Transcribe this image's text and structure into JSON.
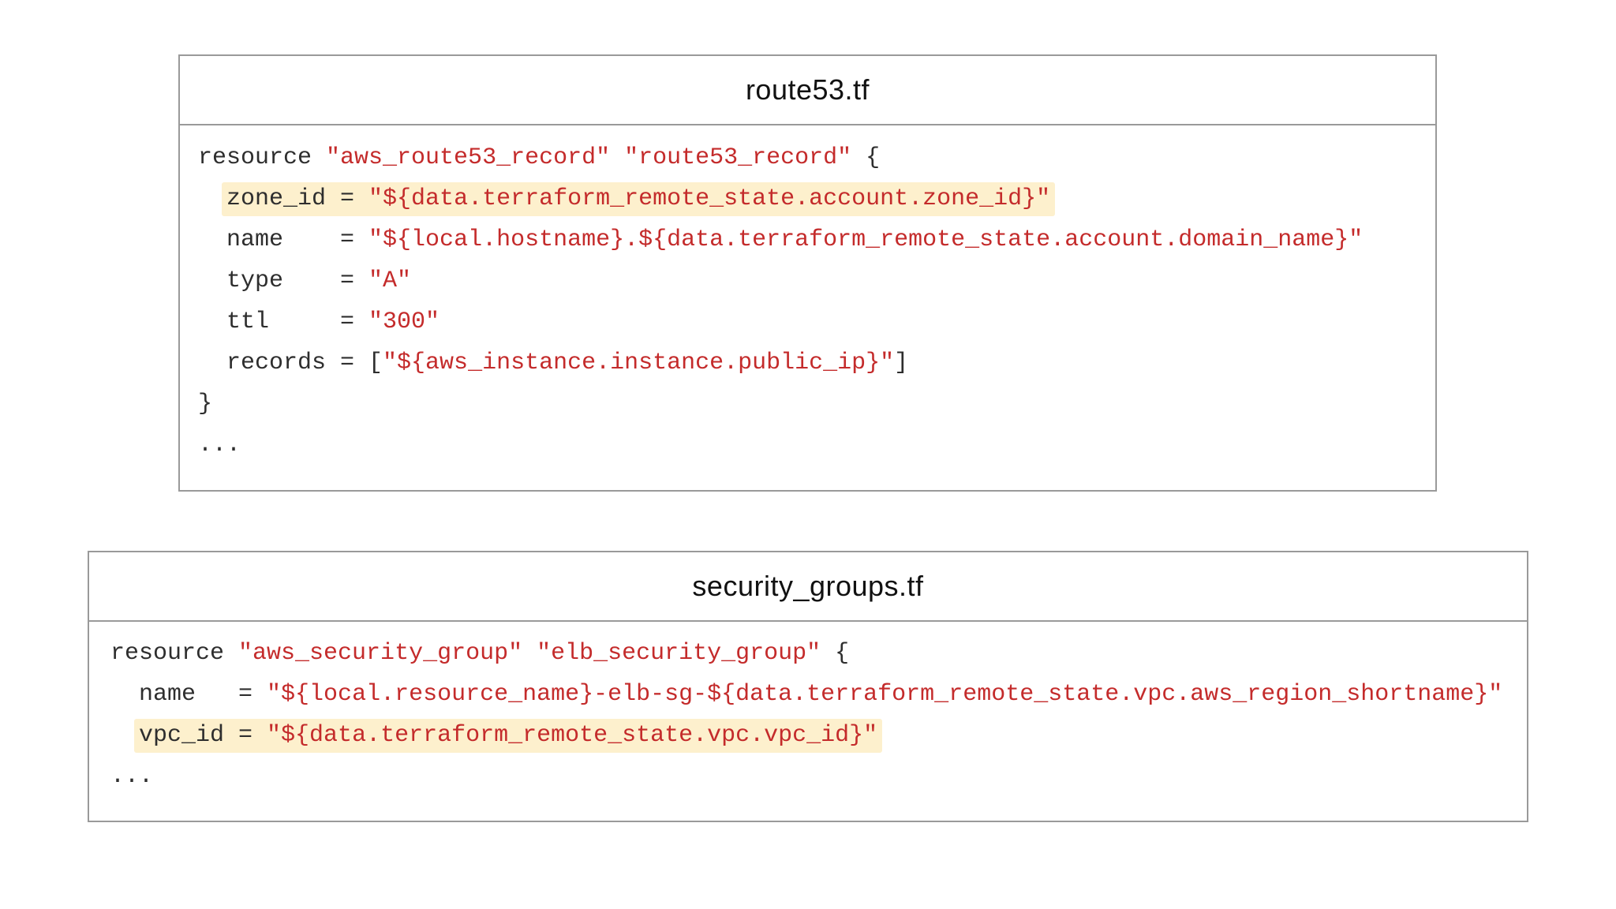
{
  "colors": {
    "string_red": "#c42b2b",
    "highlight_yellow": "#fdf0cd",
    "border_gray": "#9a9a9a",
    "code_text": "#2e2e2e",
    "background": "#ffffff"
  },
  "cards": [
    {
      "title": "route53.tf",
      "lines": [
        [
          {
            "t": "resource ",
            "c": "plain"
          },
          {
            "t": "\"aws_route53_record\"",
            "c": "string"
          },
          {
            "t": " ",
            "c": "plain"
          },
          {
            "t": "\"route53_record\"",
            "c": "string"
          },
          {
            "t": " {",
            "c": "plain"
          }
        ],
        [
          {
            "t": "  ",
            "c": "plain"
          },
          {
            "t": "zone_id = ",
            "c": "plain",
            "h": true
          },
          {
            "t": "\"${data.terraform_remote_state.account.zone_id}\"",
            "c": "string",
            "h": true
          }
        ],
        [
          {
            "t": "  name    = ",
            "c": "plain"
          },
          {
            "t": "\"${local.hostname}.${data.terraform_remote_state.account.domain_name}\"",
            "c": "string"
          }
        ],
        [
          {
            "t": "  type    = ",
            "c": "plain"
          },
          {
            "t": "\"A\"",
            "c": "string"
          }
        ],
        [
          {
            "t": "  ttl     = ",
            "c": "plain"
          },
          {
            "t": "\"300\"",
            "c": "string"
          }
        ],
        [
          {
            "t": "  records = [",
            "c": "plain"
          },
          {
            "t": "\"${aws_instance.instance.public_ip}\"",
            "c": "string"
          },
          {
            "t": "]",
            "c": "plain"
          }
        ],
        [
          {
            "t": "}",
            "c": "plain"
          }
        ],
        [
          {
            "t": "...",
            "c": "plain"
          }
        ]
      ]
    },
    {
      "title": "security_groups.tf",
      "lines": [
        [
          {
            "t": "resource ",
            "c": "plain"
          },
          {
            "t": "\"aws_security_group\"",
            "c": "string"
          },
          {
            "t": " ",
            "c": "plain"
          },
          {
            "t": "\"elb_security_group\"",
            "c": "string"
          },
          {
            "t": " {",
            "c": "plain"
          }
        ],
        [
          {
            "t": "  name   = ",
            "c": "plain"
          },
          {
            "t": "\"${local.resource_name}-elb-sg-${data.terraform_remote_state.vpc.aws_region_shortname}\"",
            "c": "string"
          }
        ],
        [
          {
            "t": "  ",
            "c": "plain"
          },
          {
            "t": "vpc_id = ",
            "c": "plain",
            "h": true
          },
          {
            "t": "\"${data.terraform_remote_state.vpc.vpc_id}\"",
            "c": "string",
            "h": true
          }
        ],
        [
          {
            "t": "...",
            "c": "plain"
          }
        ]
      ]
    }
  ]
}
